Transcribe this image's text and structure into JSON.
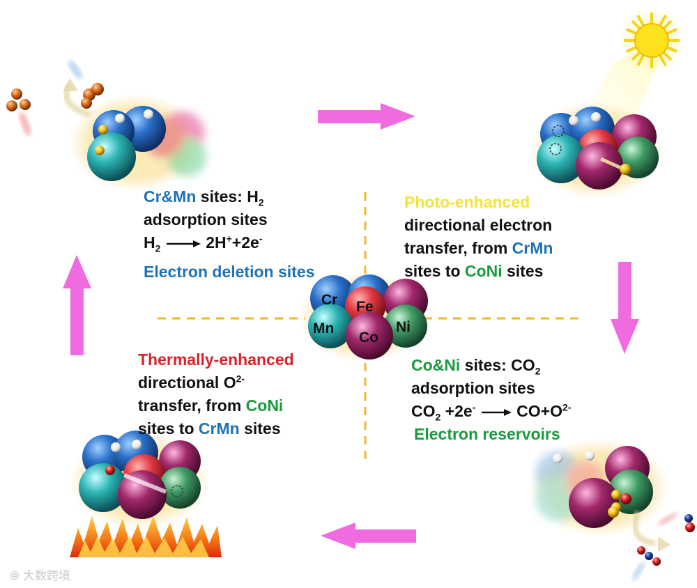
{
  "colors": {
    "arrow": "#f06ae0",
    "dash": "#f2b72a",
    "cr": "#2a6fc8",
    "fe": "#e23b45",
    "mn": "#2bb3b3",
    "co": "#a1286b",
    "ni": "#3f9a64",
    "text_blue": "#1d72b8",
    "text_green": "#1a9a3e",
    "text_yellow": "#f3e43c",
    "text_red": "#d8232a"
  },
  "center_atoms": {
    "cr": "Cr",
    "fe": "Fe",
    "mn": "Mn",
    "co": "Co",
    "ni": "Ni"
  },
  "top_left": {
    "sites_prefix": "Cr&Mn",
    "sites_mid": " sites: H",
    "sites_sub": "2",
    "line2": "adsorption sites",
    "eq_lhs": "H",
    "eq_lhs_sub": "2",
    "eq_rhs_a": "2H",
    "eq_rhs_sup1": "+",
    "eq_rhs_b": "+2e",
    "eq_rhs_sup2": "-",
    "role": "Electron deletion sites"
  },
  "top_right": {
    "line1": "Photo-enhanced",
    "line2": "directional electron",
    "line3_a": "transfer, from ",
    "line3_b": "CrMn",
    "line4_a": "sites to ",
    "line4_b": "CoNi",
    "line4_c": " sites"
  },
  "bottom_right": {
    "sites_prefix": "Co&Ni",
    "sites_mid": " sites: CO",
    "sites_sub": "2",
    "line2": "adsorption sites",
    "eq_a": "CO",
    "eq_a_sub": "2",
    "eq_b": " +2e",
    "eq_b_sup": "-",
    "eq_rhs": "CO+O",
    "eq_rhs_sup": "2-",
    "role": "Electron reservoirs"
  },
  "bottom_left": {
    "line1": "Thermally-enhanced",
    "line2_a": "directional  O",
    "line2_sup": "2-",
    "line3_a": "transfer, from ",
    "line3_b": "CoNi",
    "line4_a": "sites to ",
    "line4_b": "CrMn",
    "line4_c": " sites"
  },
  "watermark": "大数跨境"
}
